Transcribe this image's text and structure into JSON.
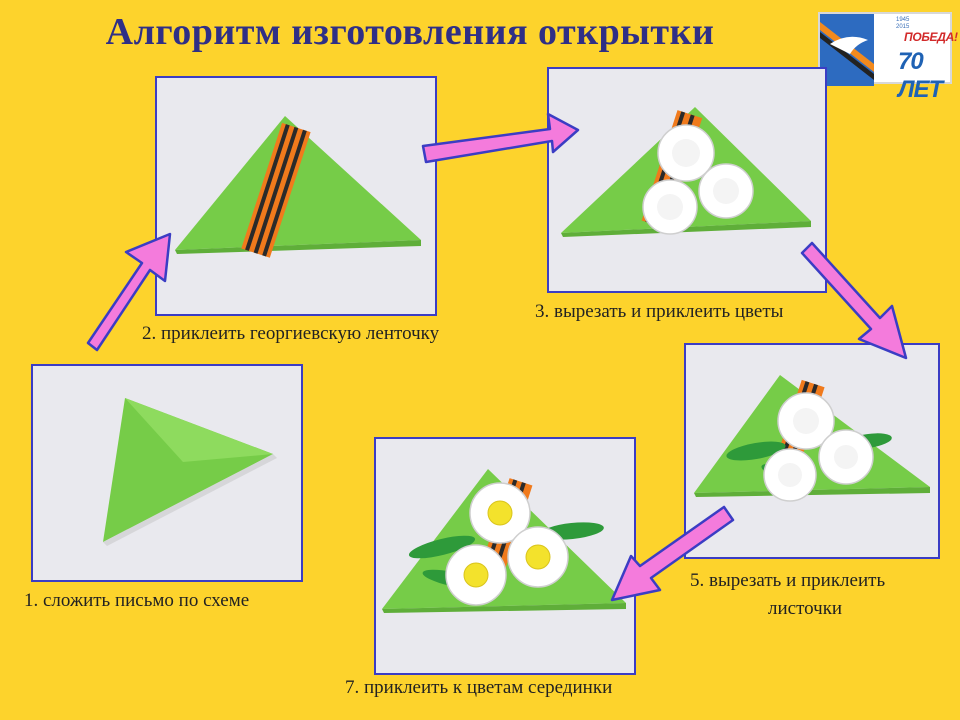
{
  "title": "Алгоритм изготовления открытки",
  "logo": {
    "year_start": "1945",
    "year_end": "2015",
    "victory_text": "ПОБЕДА!",
    "anniversary_text": "70 ЛЕТ"
  },
  "steps": [
    {
      "caption": "1. сложить письмо по схеме"
    },
    {
      "caption": "2. приклеить георгиевскую ленточку"
    },
    {
      "caption": "3. вырезать и приклеить цветы"
    },
    {
      "caption_line1": "5. вырезать и приклеить",
      "caption_line2": "листочки"
    },
    {
      "caption": "7. приклеить к цветам серединки"
    }
  ],
  "colors": {
    "background": "#fdd32c",
    "title": "#2f2f86",
    "frame": "#3b3dc4",
    "arrow_fill": "#f47bdc",
    "arrow_stroke": "#3b3dc4",
    "paper_green": "#7ad04a"
  }
}
